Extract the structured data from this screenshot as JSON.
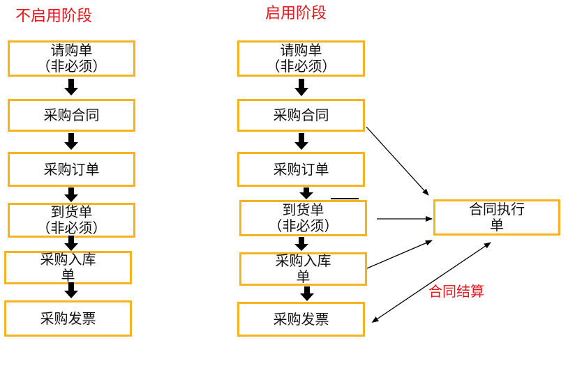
{
  "colors": {
    "accent": "#e8141b",
    "box_border": "#f6b31e",
    "arrow": "#000000"
  },
  "left": {
    "title": "不启用阶段",
    "boxes": [
      {
        "line1": "请购单",
        "line2": "（非必须）"
      },
      {
        "line1": "采购合同",
        "line2": ""
      },
      {
        "line1": "采购订单",
        "line2": ""
      },
      {
        "line1": "到货单",
        "line2": "（非必须）"
      },
      {
        "line1": "采购入库",
        "line2": "单"
      },
      {
        "line1": "采购发票",
        "line2": ""
      }
    ]
  },
  "right": {
    "title": "启用阶段",
    "boxes": [
      {
        "line1": "请购单",
        "line2": "（非必须）"
      },
      {
        "line1": "采购合同",
        "line2": ""
      },
      {
        "line1": "采购订单",
        "line2": ""
      },
      {
        "line1": "到货单",
        "line2": "（非必须）"
      },
      {
        "line1": "采购入库",
        "line2": "单"
      },
      {
        "line1": "采购发票",
        "line2": ""
      }
    ],
    "execution_box": {
      "line1": "合同执行",
      "line2": "单"
    },
    "settlement_label": "合同结算"
  }
}
